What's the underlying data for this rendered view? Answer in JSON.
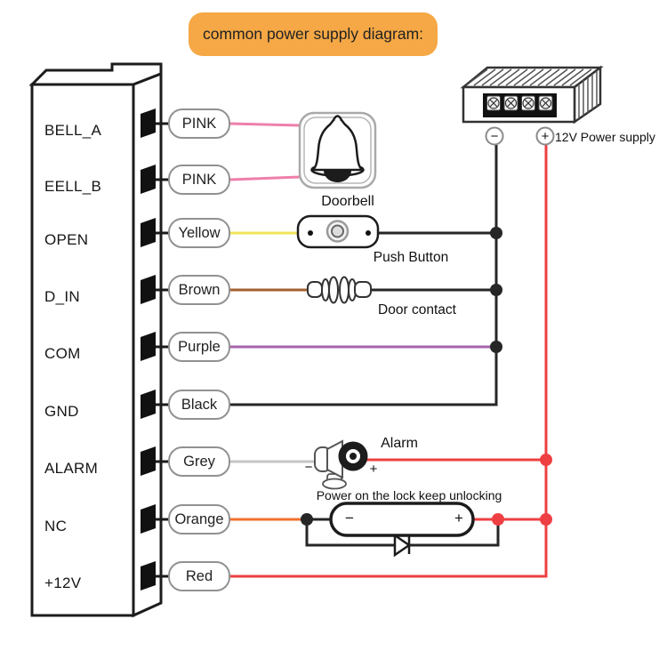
{
  "title": "common power supply diagram:",
  "device": {
    "terminals": [
      {
        "label": "BELL_A",
        "wire": "PINK"
      },
      {
        "label": "EELL_B",
        "wire": "PINK"
      },
      {
        "label": "OPEN",
        "wire": "Yellow"
      },
      {
        "label": "D_IN",
        "wire": "Brown"
      },
      {
        "label": "COM",
        "wire": "Purple"
      },
      {
        "label": "GND",
        "wire": "Black"
      },
      {
        "label": "ALARM",
        "wire": "Grey"
      },
      {
        "label": "NC",
        "wire": "Orange"
      },
      {
        "label": "+12V",
        "wire": "Red"
      }
    ]
  },
  "components": {
    "doorbell": {
      "caption": "Doorbell"
    },
    "push_button": {
      "caption": "Push Button"
    },
    "door_contact": {
      "caption": "Door contact"
    },
    "alarm": {
      "caption": "Alarm",
      "minus": "−",
      "plus": "+"
    },
    "lock": {
      "caption": "Power on the lock keep unlocking",
      "minus": "−",
      "plus": "+"
    },
    "power_supply": {
      "caption": "12V Power supply",
      "minus": "−",
      "plus": "+"
    }
  },
  "colors": {
    "banner": "#F5A845",
    "pink": "#EE7FAB",
    "yellow": "#F2E35A",
    "brown": "#A4622F",
    "purple": "#A763AE",
    "black": "#262626",
    "grey": "#C6C6C6",
    "orange": "#F26F2D",
    "red": "#EE4043"
  }
}
